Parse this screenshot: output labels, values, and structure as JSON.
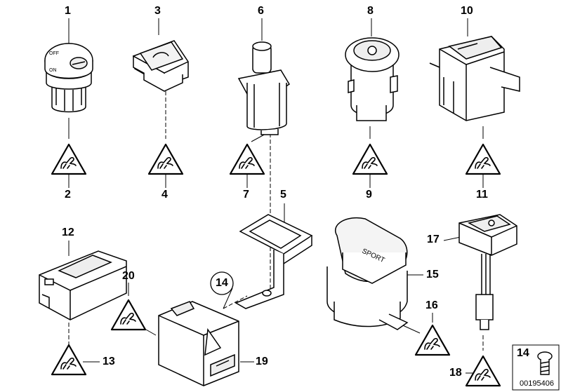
{
  "diagram": {
    "callouts": [
      {
        "id": "1",
        "label": "1"
      },
      {
        "id": "2",
        "label": "2"
      },
      {
        "id": "3",
        "label": "3"
      },
      {
        "id": "4",
        "label": "4"
      },
      {
        "id": "5",
        "label": "5"
      },
      {
        "id": "6",
        "label": "6"
      },
      {
        "id": "7",
        "label": "7"
      },
      {
        "id": "8",
        "label": "8"
      },
      {
        "id": "9",
        "label": "9"
      },
      {
        "id": "10",
        "label": "10"
      },
      {
        "id": "11",
        "label": "11"
      },
      {
        "id": "12",
        "label": "12"
      },
      {
        "id": "13",
        "label": "13"
      },
      {
        "id": "14",
        "label": "14"
      },
      {
        "id": "15",
        "label": "15"
      },
      {
        "id": "16",
        "label": "16"
      },
      {
        "id": "17",
        "label": "17"
      },
      {
        "id": "18",
        "label": "18"
      },
      {
        "id": "19",
        "label": "19"
      },
      {
        "id": "20",
        "label": "20"
      }
    ],
    "inset": {
      "callout": "14"
    },
    "part_number": "00195406",
    "button_texts": {
      "ignition_off": "OFF",
      "ignition_on": "ON",
      "sport": "SPORT"
    }
  }
}
